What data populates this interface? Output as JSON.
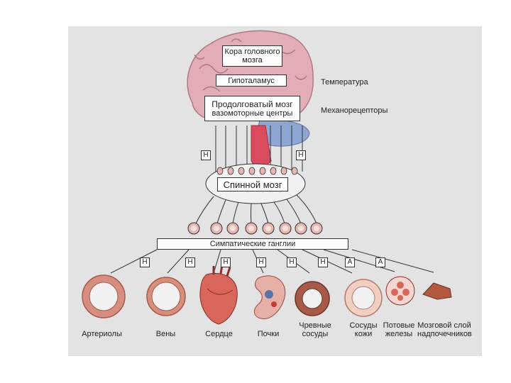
{
  "brain": {
    "cortex": "Кора головного мозга",
    "hypothalamus": "Гипоталамус",
    "medulla_title": "Продолговатый мозг",
    "medulla_sub": "вазомоторные центры"
  },
  "inputs": {
    "temperature": "Температура",
    "mechanoreceptors": "Механорецепторы"
  },
  "spinal_cord": "Спинной мозг",
  "ganglia": "Симпатические ганглии",
  "tags": {
    "upper_left": "Н",
    "upper_right": "Н",
    "row": [
      "Н",
      "Н",
      "Н",
      "Н",
      "Н",
      "Н",
      "А",
      "А"
    ]
  },
  "organs": [
    "Артериолы",
    "Вены",
    "Сердце",
    "Почки",
    "Чревные сосуды",
    "Сосуды кожи",
    "Потовые железы",
    "Мозговой слой надпочечников"
  ],
  "colors": {
    "panel": "#e3e3e3",
    "brain": "#e3adb6",
    "cerebellum": "#8ea6d2",
    "stem": "#d94c5f",
    "vessel": "#d78e7e",
    "vessel_dark": "#a85a48",
    "skin_vessel": "#f3cfc2",
    "adrenal": "#b2593f"
  }
}
